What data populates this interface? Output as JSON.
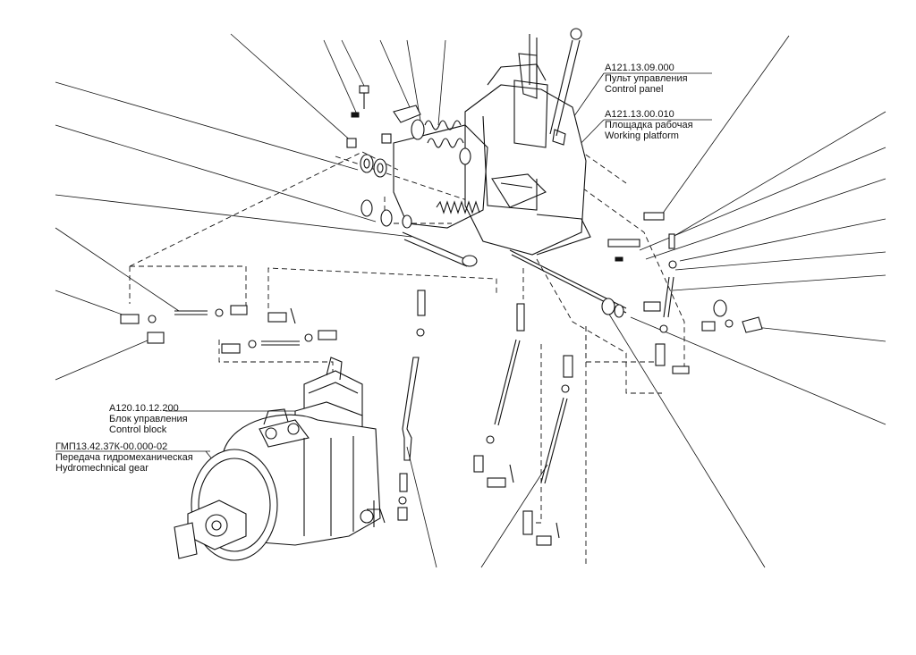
{
  "callouts": [
    {
      "code": "А121.13.09.000",
      "ru": "Пульт управления",
      "en": "Control panel"
    },
    {
      "code": "А121.13.00.010",
      "ru": "Площадка рабочая",
      "en": "Working platform"
    },
    {
      "code": "А120.10.12.200",
      "ru": "Блок управления",
      "en": "Control block"
    },
    {
      "code": "ГМП13.42.37К-00.000-02",
      "ru": "Передача гидромеханическая",
      "en": "Hydromechnical gear"
    }
  ]
}
